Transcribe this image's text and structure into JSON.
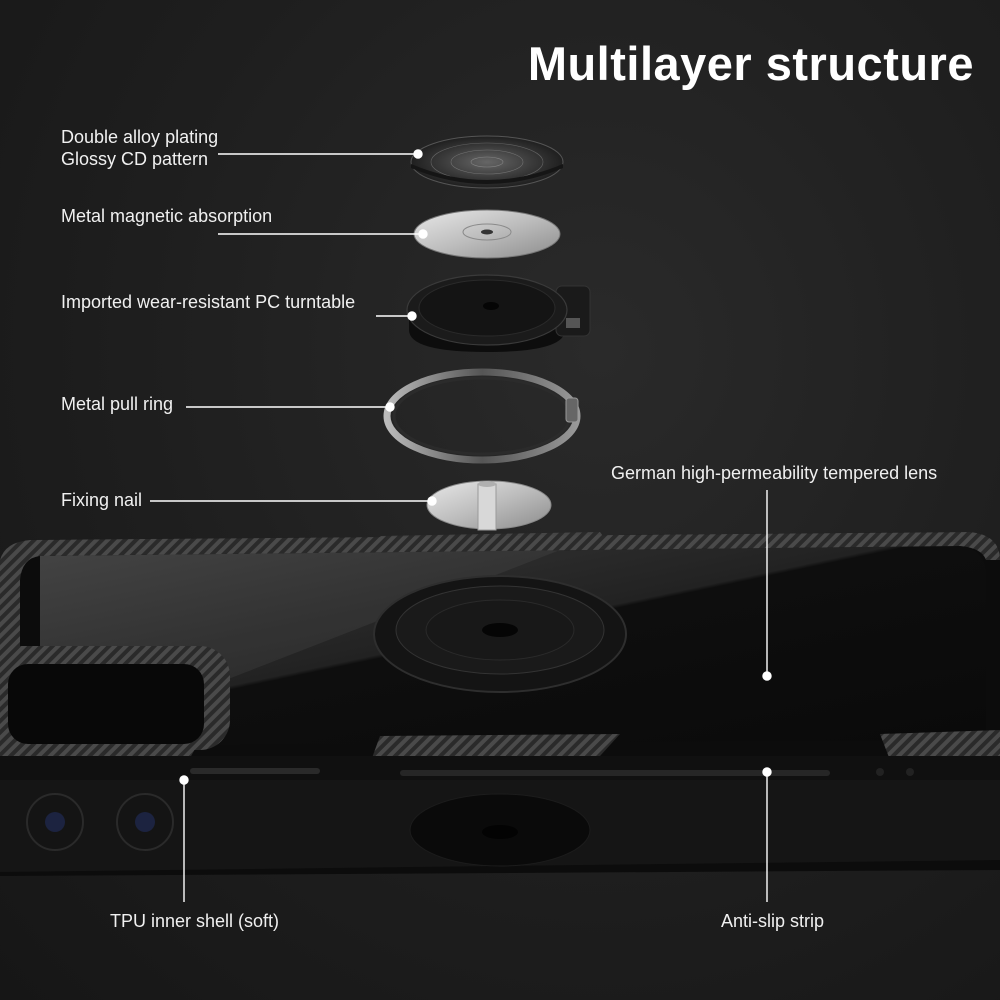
{
  "title": "Multilayer structure",
  "labels": {
    "plating_line1": "Double alloy plating",
    "plating_line2": "Glossy CD pattern",
    "magnetic": "Metal magnetic absorption",
    "turntable": "Imported wear-resistant PC turntable",
    "ring": "Metal pull ring",
    "nail": "Fixing nail",
    "lens": "German high-permeability tempered lens",
    "tpu": "TPU inner shell (soft)",
    "strip": "Anti-slip strip"
  },
  "colors": {
    "background": "#1e1e1e",
    "text": "#f2f2f2",
    "leader_line": "#ffffff",
    "carbon_fiber": "#3a3a3a"
  }
}
